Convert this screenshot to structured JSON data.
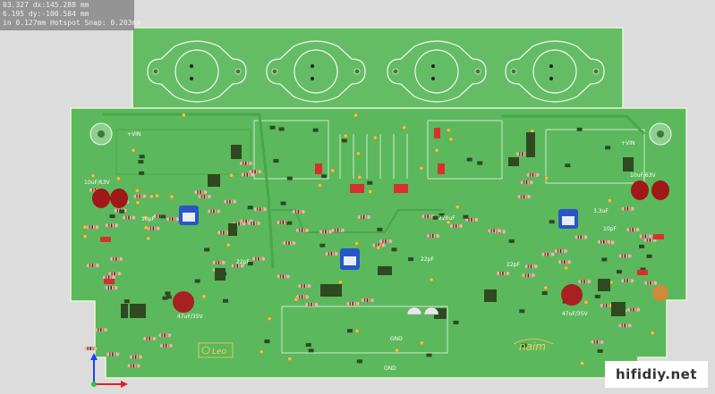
{
  "hud": {
    "line1": "03.327   dx:145.288  mm",
    "line2": "6.195    dy:-100.584 mm",
    "line3": "in 0.127mm Hotspot Snap: 0.203mm"
  },
  "board": {
    "board_color": "#5cb85c",
    "board_edge_color": "#e8f5d8",
    "background_color": "#dcdcdc",
    "cap_red_color": "#a01818",
    "trimmer_blue_color": "#2a55c9",
    "logo_left": "Leo",
    "logo_right": "naim",
    "labels": {
      "in_left": "+VIN",
      "in_right": "+VIN",
      "cap_10pf_left": "10pF",
      "cap_10pf_right": "10pF",
      "cap_22pf_left": "22pF",
      "cap_22pf_center": "22pF",
      "cap_22pf_right": "22pF",
      "cap_10uf_left": "10uF/63V",
      "cap_10uf_right": "10uF/63V",
      "cap_47uf_left": "47uF/35V",
      "cap_47uf_right": "47uF/35V",
      "cap_220uf": "220uF",
      "cap_3p3uf": "3.3uF",
      "gnd_center": "GND",
      "gnd_bottom": "GND"
    }
  },
  "watermark": {
    "text": "hifidiy.net"
  }
}
